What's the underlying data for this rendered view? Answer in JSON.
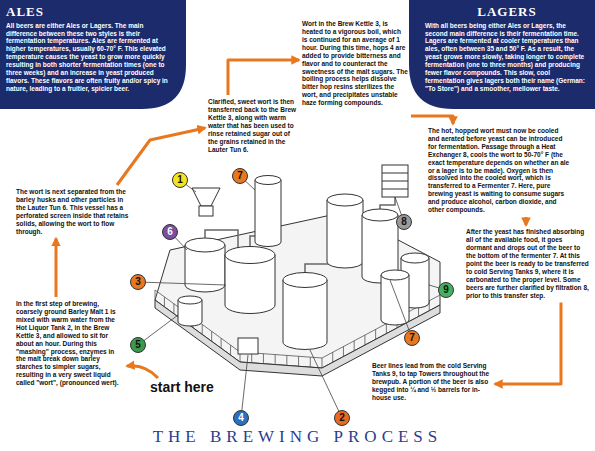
{
  "diagram": {
    "title": "THE BREWING PROCESS",
    "nodes": [
      {
        "text": [
          "ALES",
          "All beers are either Ales or Lagers. The main difference between these two styles is their fermentation temperatures. Ales are fermented at higher temperatures, usually 60-70° F. This elevated temperature causes the yeast to grow more quickly resulting in both shorter fermentation times (one to three weeks) and an increase in yeast produced flavors. These flavors are often fruity and/or spicy in nature, leading to a fruitier, spicier beer."
        ]
      },
      {
        "text": [
          "LAGERS",
          "With all beers being either Ales or Lagers, the second main difference is their fermentation time. Lagers are fermented at cooler temperatures than ales, often between 35 and 50° F. As a result, the yeast grows more slowly, taking longer to complete fermentation (one to three months) and producing fewer flavor compounds. This slow, cool fermentation gives lagers both their name (German: \"To Store\") and a smoother, mellower taste."
        ]
      },
      {
        "text": [
          "In the first step of brewing, coarsely ground Barley Malt 1 is mixed with warm water from the Hot Liquor Tank 2, in the Brew Kettle 3, and allowed to sit for about an hour. During this \"mashing\" process, enzymes in the malt break down barley starches to simpler sugars, resulting in a very sweet liquid called \"wort\", (pronounced wert)."
        ]
      },
      {
        "text": [
          "The wort is next separated from the barley husks and other particles in the Lauter Tun 6. This vessel has a perforated screen inside that retains solids, allowing the wort to flow through."
        ]
      },
      {
        "text": [
          "Clarified, sweet wort is then transferred back to the Brew Kettle 3, along with warm water that has been used to rinse retained sugar out of the grains retained in the Lauter Tun 6."
        ]
      },
      {
        "text": [
          "Wort in the Brew Kettle 3, is heated to a vigorous boil, which is continued for an average of 1 hour. During this time, hops 4 are added to provide bitterness and flavor and to counteract the sweetness of the malt sugars. The boiling process helps dissolve bitter hop resins sterilizes the wort, and precipitates unstable haze forming compounds."
        ]
      },
      {
        "text": [
          "The hot, hopped wort must now be cooled and aerated before yeast can be introduced for fermentation. Passage through a Heat Exchanger 8, cools the wort to 50-70° F (the exact temperature depends on whether an ale or a lager is to be made). Oxygen is then dissolved into the cooled wort, which is transferred to a Fermenter 7. Here, pure brewing yeast is waiting to consume sugars and produce alcohol, carbon dioxide, and other compounds."
        ]
      },
      {
        "text": [
          "After the yeast has finished absorbing all of the available food, it goes dormant and drops out of the beer to the bottom of the fermenter 7. At this point the beer is ready to be transferred to cold Serving Tanks 9, where it is carbonated to the proper level. Some beers are further clarified by filtration 8, prior to this transfer step."
        ]
      },
      {
        "text": [
          "Beer lines lead from the cold Serving Tanks 9, to tap Towers throughout the brewpub. A portion of the beer is also kegged into ¼ and ½ barrels for in-house use."
        ]
      }
    ],
    "edges": [
      {
        "from": 2,
        "to": 3,
        "arrow": "to"
      },
      {
        "from": 3,
        "to": 4,
        "arrow": "to"
      },
      {
        "from": 4,
        "to": 5,
        "arrow": "to"
      },
      {
        "from": 5,
        "to": 6,
        "arrow": "to"
      },
      {
        "from": 6,
        "to": 7,
        "arrow": "to"
      },
      {
        "from": 7,
        "to": 8,
        "arrow": "to"
      }
    ],
    "labels": [
      "1",
      "7",
      "8",
      "6",
      "3",
      "5",
      "9",
      "7",
      "2",
      "4",
      "start here"
    ]
  }
}
